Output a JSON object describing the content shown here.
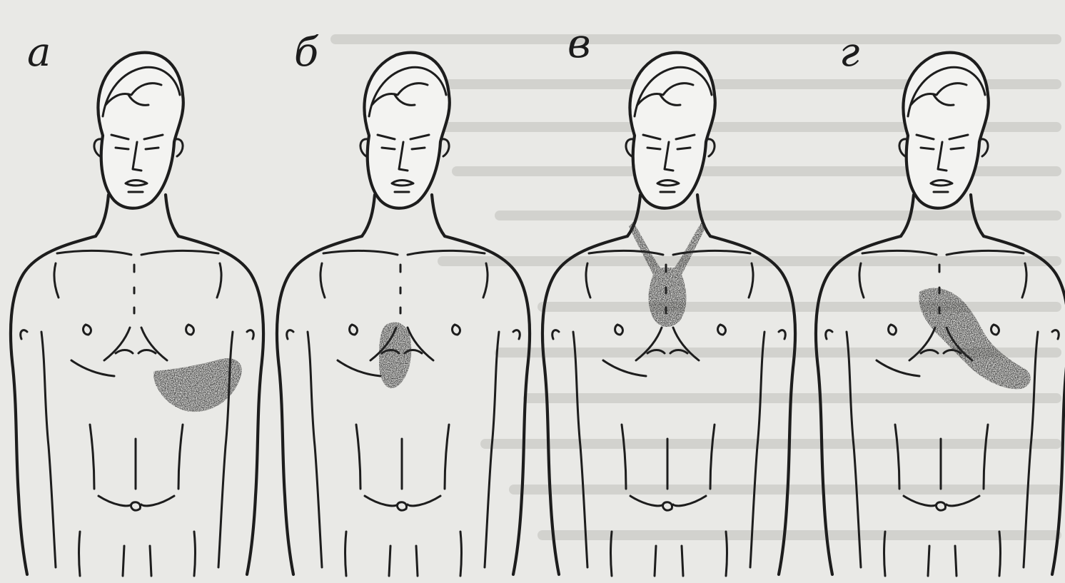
{
  "figures": [
    {
      "label": "а",
      "pain_zone": "left-lower-chest"
    },
    {
      "label": "б",
      "pain_zone": "retrosternal"
    },
    {
      "label": "в",
      "pain_zone": "neck-sternum"
    },
    {
      "label": "г",
      "pain_zone": "diagonal-left-chest"
    }
  ],
  "colors": {
    "background": "#e9e9e6",
    "ink": "#1d1d1d",
    "pain_shading": "#2a2a2a"
  }
}
